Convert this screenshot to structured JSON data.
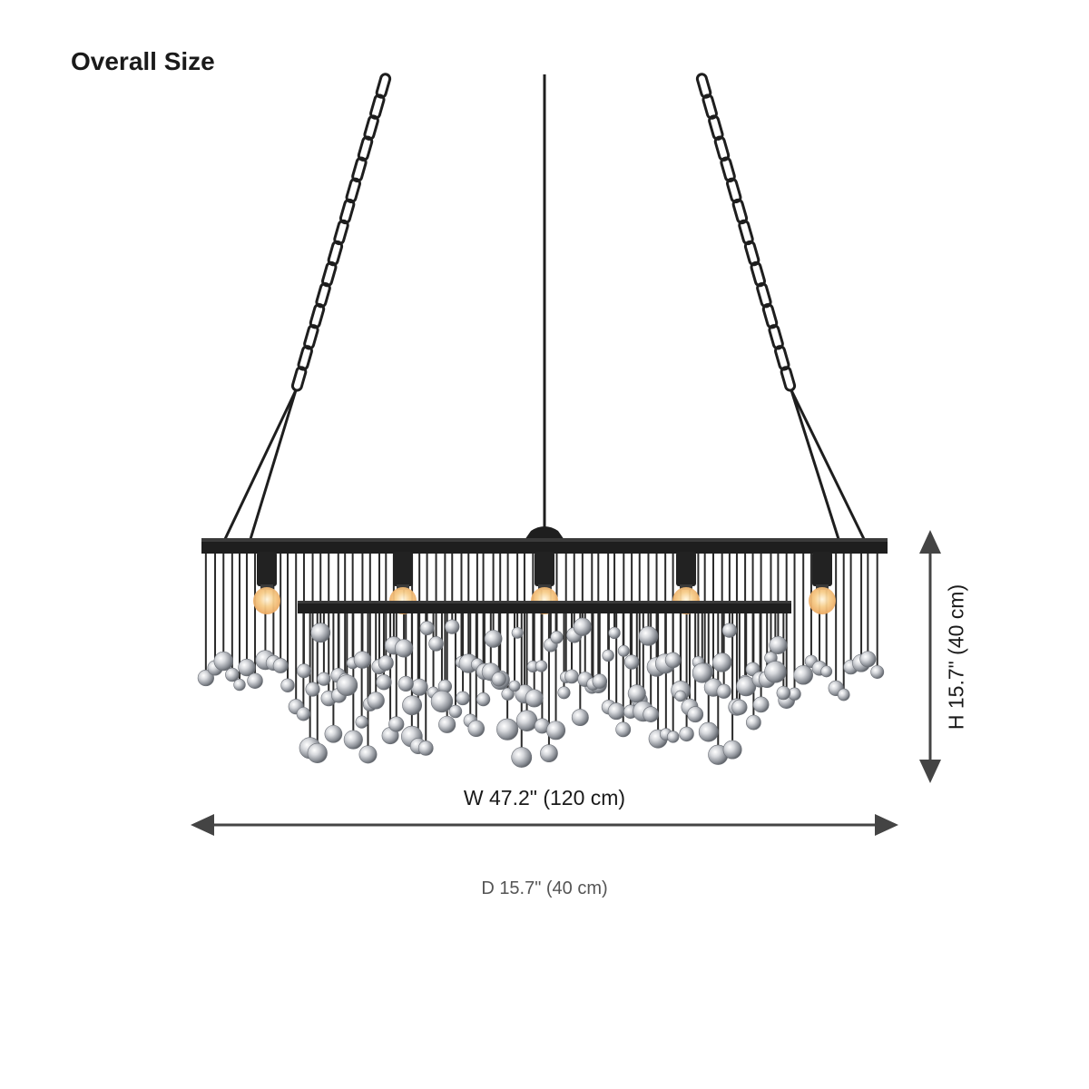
{
  "heading": {
    "title": "Overall Size"
  },
  "dimensions": {
    "width_label": "W 47.2\" (120 cm)",
    "height_label": "H 15.7\" (40 cm)",
    "depth_label": "D 15.7\" (40 cm)"
  },
  "colors": {
    "frame": "#1e1e1e",
    "arrow": "#444444",
    "bulb_glow": "#f3b56a",
    "crystal": "#b9bcc2"
  },
  "icons": {
    "width_arrow": "double-arrow-horizontal-icon",
    "height_arrow": "double-arrow-vertical-icon"
  }
}
